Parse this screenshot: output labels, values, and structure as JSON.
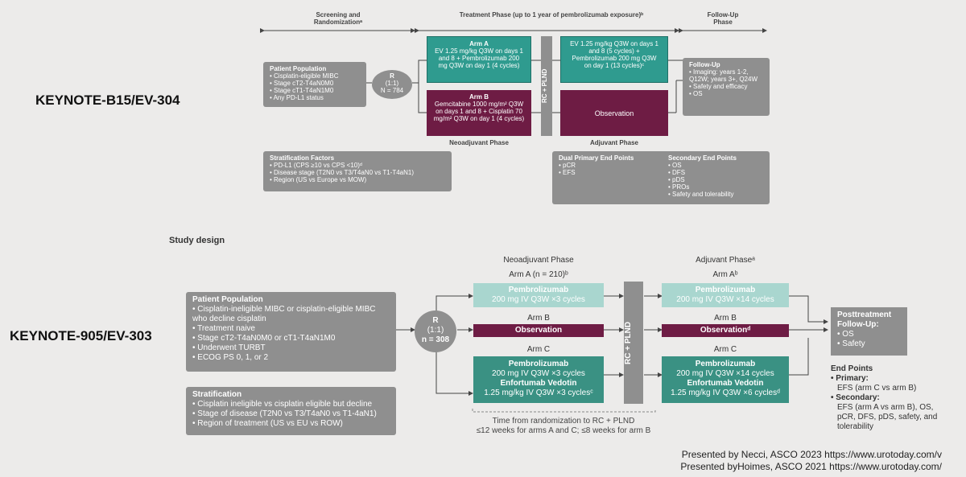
{
  "top": {
    "trial_label": "KEYNOTE-B15/EV-304",
    "phases": {
      "screening": "Screening and Randomizationᵃ",
      "treatment": "Treatment Phase (up to 1 year of pembrolizumab exposure)ᵇ",
      "followup": "Follow-Up Phase"
    },
    "patient_population": {
      "title": "Patient Population",
      "items": [
        "Cisplatin-eligible MIBC",
        "Stage cT2-T4aN0M0",
        "Stage cT1-T4aN1M0",
        "Any PD-L1 status"
      ]
    },
    "randomization": {
      "r": "R",
      "ratio": "(1:1)",
      "n": "N = 784"
    },
    "arm_a": {
      "title": "Arm A",
      "text": "EV 1.25 mg/kg Q3W on days 1 and 8 + Pembrolizumab 200 mg Q3W on day 1 (4 cycles)"
    },
    "arm_b": {
      "title": "Arm B",
      "text": "Gemcitabine 1000 mg/m² Q3W on days 1 and 8 + Cisplatin 70 mg/m² Q3W on day 1 (4 cycles)"
    },
    "rc_plnd": "RC + PLND",
    "adjuvant_a": "EV 1.25 mg/kg Q3W on days 1 and 8 (5 cycles) + Pembrolizumab 200 mg Q3W on day 1 (13 cycles)ᶜ",
    "adjuvant_b": "Observation",
    "neoadjuvant_label": "Neoadjuvant Phase",
    "adjuvant_label": "Adjuvant Phase",
    "followup": {
      "title": "Follow-Up",
      "items": [
        "Imaging: years 1-2, Q12W; years 3+, Q24W",
        "Safety and efficacy",
        "OS"
      ]
    },
    "stratification": {
      "title": "Stratification Factors",
      "items": [
        "PD-L1 (CPS ≥10 vs CPS <10)ᵈ",
        "Disease stage (T2N0 vs T3/T4aN0 vs T1-T4aN1)",
        "Region (US vs Europe vs MOW)"
      ]
    },
    "endpoints": {
      "primary_title": "Dual Primary End Points",
      "primary": [
        "pCR",
        "EFS"
      ],
      "secondary_title": "Secondary End Points",
      "secondary": [
        "OS",
        "DFS",
        "pDS",
        "PROs",
        "Safety and tolerability"
      ]
    }
  },
  "bottom": {
    "study_design": "Study design",
    "trial_label": "KEYNOTE-905/EV-303",
    "neoadjuvant_phase": "Neoadjuvant Phase",
    "adjuvant_phase": "Adjuvant Phaseᵃ",
    "arm_a_label": "Arm A (n = 210)ᵇ",
    "arm_a_adj_label": "Arm Aᵇ",
    "arm_b_label": "Arm B",
    "arm_c_label": "Arm C",
    "patient_population": {
      "title": "Patient Population",
      "items": [
        "Cisplatin-ineligible MIBC or cisplatin-eligible MIBC who decline cisplatin",
        "Treatment naive",
        "Stage cT2-T4aN0M0 or cT1-T4aN1M0",
        "Underwent TURBT",
        "ECOG PS 0, 1, or 2"
      ]
    },
    "stratification": {
      "title": "Stratification",
      "items": [
        "Cisplatin ineligible vs cisplatin eligible but decline",
        "Stage of disease (T2N0 vs T3/T4aN0 vs T1-4aN1)",
        "Region of treatment (US vs EU vs ROW)"
      ]
    },
    "randomization": {
      "r": "R",
      "ratio": "(1:1)",
      "n": "n = 308"
    },
    "neo_a": {
      "title": "Pembrolizumab",
      "dose": "200 mg IV Q3W ×3 cycles"
    },
    "neo_b": "Observation",
    "neo_c": {
      "title1": "Pembrolizumab",
      "dose1": "200 mg IV Q3W ×3 cycles",
      "title2": "Enfortumab Vedotin",
      "dose2": "1.25 mg/kg IV Q3W ×3 cyclesᶜ"
    },
    "rc_plnd": "RC + PLND",
    "adj_a": {
      "title": "Pembrolizumab",
      "dose": "200 mg IV Q3W ×14 cycles"
    },
    "adj_b": "Observationᵈ",
    "adj_c": {
      "title1": "Pembrolizumab",
      "dose1": "200 mg IV Q3W ×14 cycles",
      "title2": "Enfortumab Vedotin",
      "dose2": "1.25 mg/kg IV Q3W ×6 cyclesᵈ"
    },
    "posttreatment": {
      "title": "Posttreatment Follow-Up:",
      "items": [
        "OS",
        "Safety"
      ]
    },
    "timing_note_1": "Time from randomization to RC + PLND",
    "timing_note_2": "≤12 weeks for arms A and C; ≤8 weeks for arm B",
    "endpoints": {
      "title": "End Points",
      "primary_label": "Primary:",
      "primary": "EFS (arm C vs arm B)",
      "secondary_label": "Secondary:",
      "secondary": "EFS (arm A vs arm B), OS, pCR, DFS, pDS, safety, and tolerability"
    }
  },
  "credits": {
    "line1": "Presented by Necci, ASCO 2023 https://www.urotoday.com/v",
    "line2": "Presented byHoimes, ASCO 2021 https://www.urotoday.com/"
  },
  "colors": {
    "teal": "#2f9b8f",
    "plum": "#6e1c44",
    "gray": "#8f8f8f",
    "light_teal": "#a9d6cf"
  }
}
